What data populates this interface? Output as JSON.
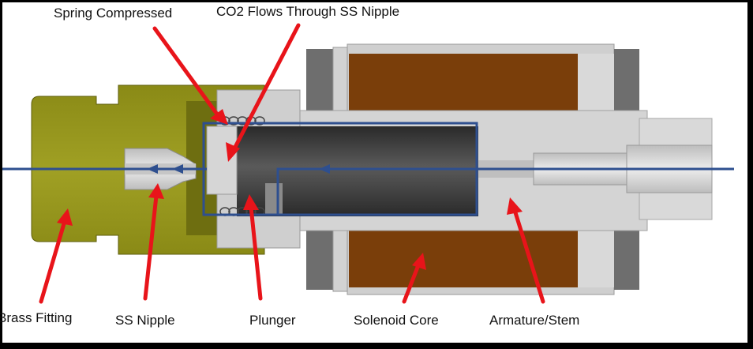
{
  "labels": {
    "spring": "Spring Compressed",
    "co2": "CO2 Flows Through SS Nipple",
    "brass": "Brass Fitting",
    "nipple": "SS Nipple",
    "plunger": "Plunger",
    "solenoid": "Solenoid Core",
    "armature": "Armature/Stem"
  },
  "colors": {
    "brass": "#8f8f1a",
    "brass_dark": "#6f6f10",
    "steel_light": "#d6d6d6",
    "steel_mid": "#a8a8a8",
    "steel_dark": "#707070",
    "coil": "#7a3e0a",
    "plunger_dark": "#3c3c3c",
    "flow_line": "#2e4f8f",
    "arrow": "#e8141a"
  }
}
